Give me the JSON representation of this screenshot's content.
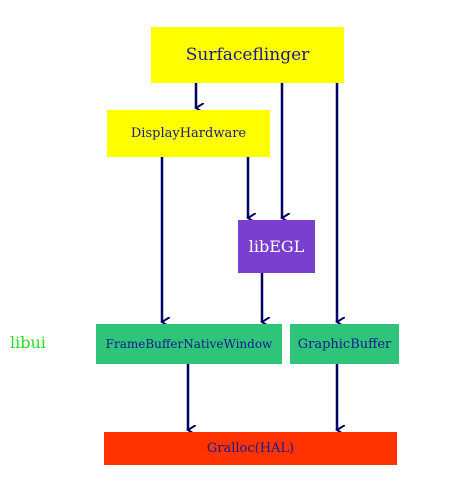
{
  "colors": {
    "yellow": "#ffff00",
    "purple": "#7b3fd0",
    "green": "#2ec47a",
    "red": "#ff3300",
    "arrow": "#000066",
    "label_green": "#22dd22"
  },
  "nodes": {
    "surfaceflinger": "Surfaceflinger",
    "displayhardware": "DisplayHardware",
    "libegl": "libEGL",
    "framebuffernativewindow": "FrameBufferNativeWindow",
    "graphicbuffer": "GraphicBuffer",
    "gralloc": "Gralloc(HAL)"
  },
  "group_label": "libui"
}
